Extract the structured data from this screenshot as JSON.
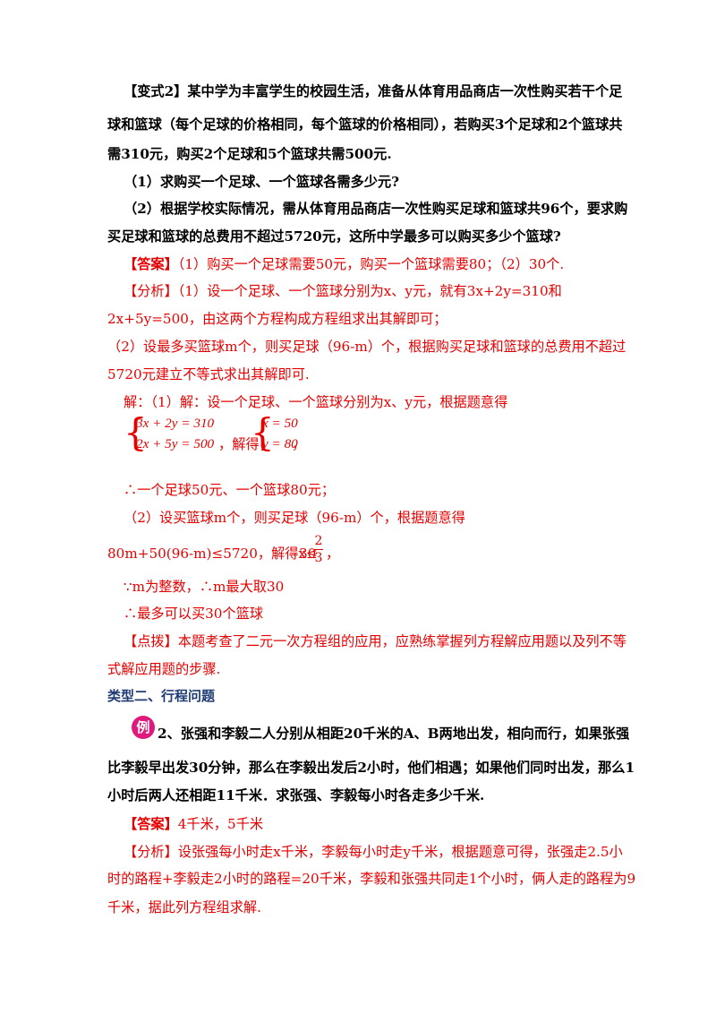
{
  "variant": {
    "line1": "【变式2】某中学为丰富学生的校园生活，准备从体育用品商店一次性购买若干个足",
    "line2": "球和篮球（每个足球的价格相同，每个篮球的价格相同），若购买3个足球和2个篮球共",
    "line3": "需310元，购买2个足球和5个篮球共需500元.",
    "q1": "（1）求购买一个足球、一个篮球各需多少元?",
    "q2a": "（2）根据学校实际情况，需从体育用品商店一次性购买足球和篮球共96个，要求购",
    "q2b": "买足球和篮球的总费用不超过5720元，这所中学最多可以购买多少个篮球?"
  },
  "answer1": {
    "tag": "【答案】",
    "text": "（1）购买一个足球需要50元，购买一个篮球需要80；（2）30个."
  },
  "analysis1": {
    "tag": "【分析】",
    "line1": "（1）设一个足球、一个篮球分别为x、y元，就有3x+2y=310和",
    "line2": "2x+5y=500，由这两个方程构成方程组求出其解即可；",
    "line3": "（2）设最多买篮球m个，则买足球（96-m）个，根据购买足球和篮球的总费用不超过",
    "line4": "5720元建立不等式求出其解即可."
  },
  "solution": {
    "line1": "解：（1）解：设一个足球、一个篮球分别为x、y元，根据题意得",
    "sys1_eq1": "3x + 2y = 310",
    "sys1_eq2": "2x + 5y = 500",
    "solve_word": "，解得",
    "sys2_eq1": "x = 50",
    "sys2_eq2": "y = 80",
    "sys2_end": "，",
    "line2": "∴一个足球50元、一个篮球80元；",
    "line3": "（2）设买篮球m个，则买足球（96-m）个，根据题意得",
    "line4_a": "80m+50(96-m)≤5720，解得x≤",
    "line4_whole": "30",
    "line4_num": "2",
    "line4_den": "3",
    "line4_end": "，",
    "line5": "∵m为整数，∴m最大取30",
    "line6": "∴最多可以买30个篮球"
  },
  "tip": {
    "tag": "【点拨】",
    "line1": "本题考查了二元一次方程组的应用，应熟练掌握列方程解应用题以及列不等",
    "line2": "式解应用题的步骤."
  },
  "section": {
    "title": "类型二、行程问题"
  },
  "example": {
    "badge": "例",
    "line1": "2、张强和李毅二人分别从相距20千米的A、B两地出发，相向而行，如果张强",
    "line2": "比李毅早出发30分钟，那么在李毅出发后2小时，他们相遇；如果他们同时出发，那么1",
    "line3": "小时后两人还相距11千米．求张强、李毅每小时各走多少千米."
  },
  "answer2": {
    "tag": "【答案】",
    "text": "4千米，5千米"
  },
  "analysis2": {
    "tag": "【分析】",
    "line1": "设张强每小时走x千米，李毅每小时走y千米，根据题意可得，张强走2.5小",
    "line2": "时的路程+李毅走2小时的路程=20千米，李毅和张强共同走1个小时，俩人走的路程为9",
    "line3": "千米，据此列方程组求解."
  },
  "colors": {
    "red": "#e60000",
    "section_blue": "#1f3b73",
    "badge": "#e0197d"
  }
}
